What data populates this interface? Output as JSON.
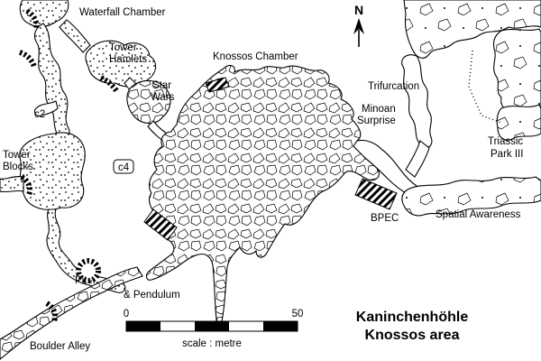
{
  "title": {
    "line1": "Kaninchenhöhle",
    "line2": "Knossos area"
  },
  "compass": {
    "label": "N"
  },
  "scale_bar": {
    "start_label": "0",
    "end_label": "50",
    "caption": "scale : metre"
  },
  "labels": {
    "waterfall_chamber": [
      "Waterfall Chamber"
    ],
    "tower_hamlets": [
      "Tower",
      "Hamlets"
    ],
    "knossos_chamber": [
      "Knossos Chamber"
    ],
    "star_wars": [
      "Star",
      "Wars"
    ],
    "trifurcation": [
      "Trifurcation"
    ],
    "minoan_surprise": [
      "Minoan",
      "Surprise"
    ],
    "c2": [
      "c2"
    ],
    "c4": [
      "c4"
    ],
    "tower_blocks": [
      "Tower",
      "Blocks"
    ],
    "triassic_park_iii": [
      "Triassic",
      "Park III"
    ],
    "bpec": [
      "BPEC"
    ],
    "spatial_awareness": [
      "Spatial Awareness"
    ],
    "pit": [
      "Pit ..."
    ],
    "pendulum": [
      "& Pendulum"
    ],
    "boulder_alley": [
      "Boulder Alley"
    ]
  },
  "colors": {
    "ink": "#000000",
    "paper": "#ffffff"
  }
}
